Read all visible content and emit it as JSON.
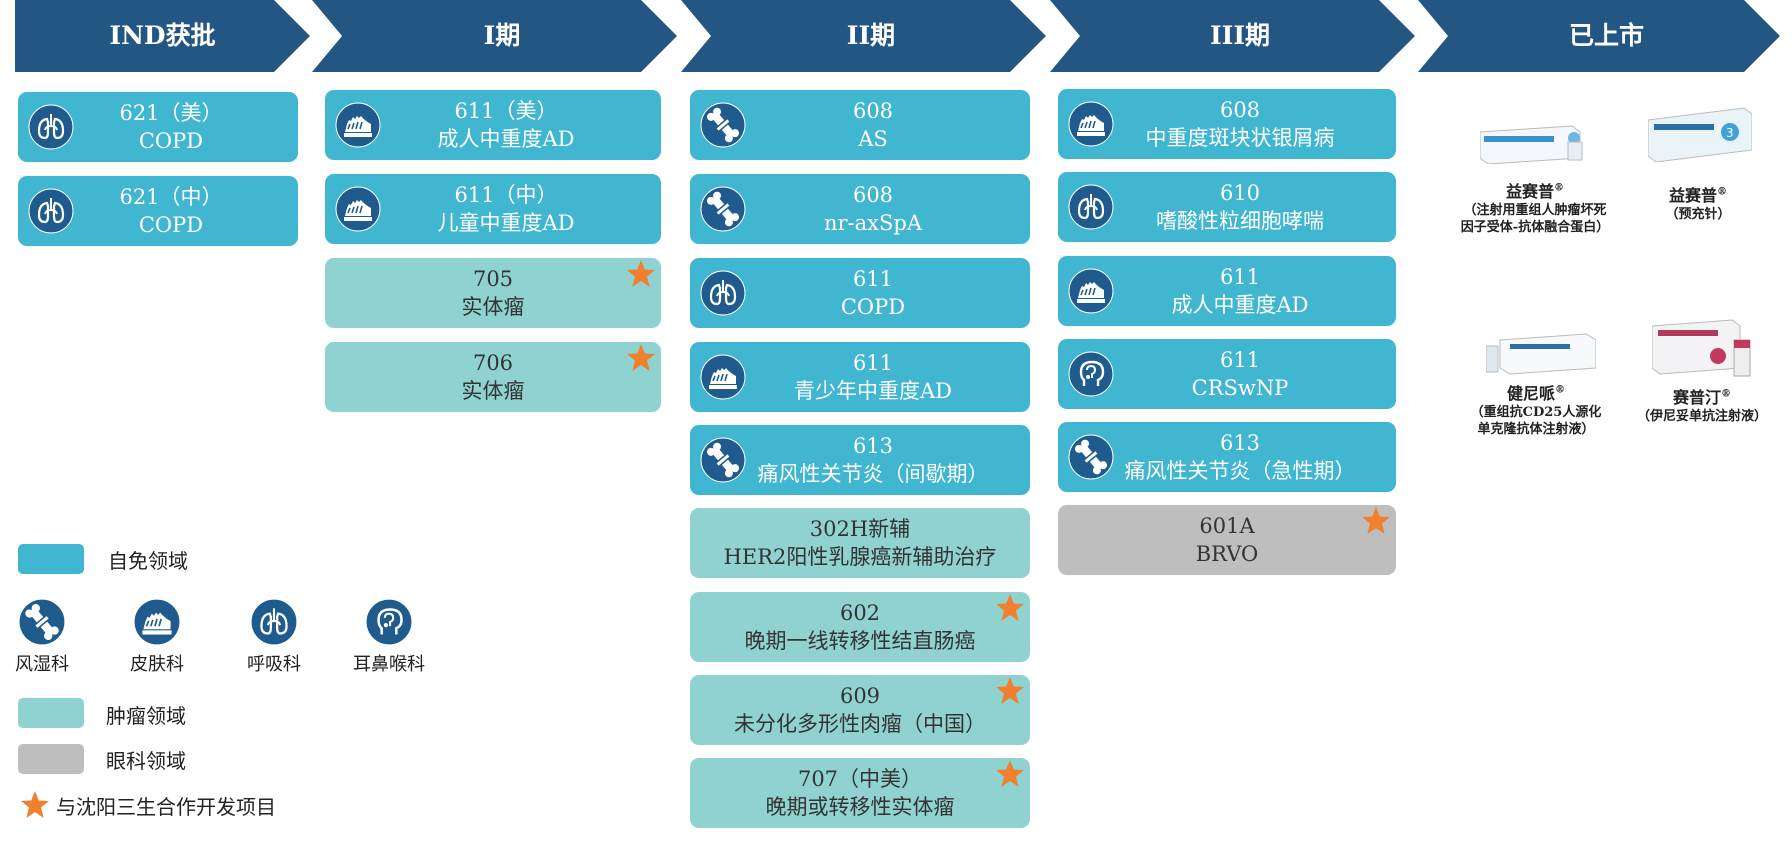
{
  "stages": [
    {
      "label": "IND获批"
    },
    {
      "label": "I期"
    },
    {
      "label": "II期"
    },
    {
      "label": "III期"
    },
    {
      "label": "已上市"
    }
  ],
  "ind": [
    {
      "line1": "621（美）",
      "line2": "COPD",
      "area": "autoimmune",
      "icon": "lungs-icon",
      "partner": false
    },
    {
      "line1": "621（中）",
      "line2": "COPD",
      "area": "autoimmune",
      "icon": "lungs-icon",
      "partner": false
    }
  ],
  "phase1": [
    {
      "line1": "611（美）",
      "line2": "成人中重度AD",
      "area": "autoimmune",
      "icon": "skin-icon",
      "partner": false
    },
    {
      "line1": "611（中）",
      "line2": "儿童中重度AD",
      "area": "autoimmune",
      "icon": "skin-icon",
      "partner": false
    },
    {
      "line1": "705",
      "line2": "实体瘤",
      "area": "oncology",
      "icon": "",
      "partner": true
    },
    {
      "line1": "706",
      "line2": "实体瘤",
      "area": "oncology",
      "icon": "",
      "partner": true
    }
  ],
  "phase2": [
    {
      "line1": "608",
      "line2": "AS",
      "area": "autoimmune",
      "icon": "bone-icon",
      "partner": false
    },
    {
      "line1": "608",
      "line2": "nr-axSpA",
      "area": "autoimmune",
      "icon": "bone-icon",
      "partner": false
    },
    {
      "line1": "611",
      "line2": "COPD",
      "area": "autoimmune",
      "icon": "lungs-icon",
      "partner": false
    },
    {
      "line1": "611",
      "line2": "青少年中重度AD",
      "area": "autoimmune",
      "icon": "skin-icon",
      "partner": false
    },
    {
      "line1": "613",
      "line2": "痛风性关节炎（间歇期）",
      "area": "autoimmune",
      "icon": "bone-icon",
      "partner": false
    },
    {
      "line1": "302H新辅",
      "line2": "HER2阳性乳腺癌新辅助治疗",
      "area": "oncology",
      "icon": "",
      "partner": false
    },
    {
      "line1": "602",
      "line2": "晚期一线转移性结直肠癌",
      "area": "oncology",
      "icon": "",
      "partner": true
    },
    {
      "line1": "609",
      "line2": "未分化多形性肉瘤（中国）",
      "area": "oncology",
      "icon": "",
      "partner": true
    },
    {
      "line1": "707（中美）",
      "line2": "晚期或转移性实体瘤",
      "area": "oncology",
      "icon": "",
      "partner": true
    }
  ],
  "phase3": [
    {
      "line1": "608",
      "line2": "中重度斑块状银屑病",
      "area": "autoimmune",
      "icon": "skin-icon",
      "partner": false
    },
    {
      "line1": "610",
      "line2": "嗜酸性粒细胞哮喘",
      "area": "autoimmune",
      "icon": "lungs-icon",
      "partner": false
    },
    {
      "line1": "611",
      "line2": "成人中重度AD",
      "area": "autoimmune",
      "icon": "skin-icon",
      "partner": false
    },
    {
      "line1": "611",
      "line2": "CRSwNP",
      "area": "autoimmune",
      "icon": "ent-icon",
      "partner": false
    },
    {
      "line1": "613",
      "line2": "痛风性关节炎（急性期）",
      "area": "autoimmune",
      "icon": "bone-icon",
      "partner": false
    },
    {
      "line1": "601A",
      "line2": "BRVO",
      "area": "ophthalmology",
      "icon": "",
      "partner": true
    }
  ],
  "marketed": [
    {
      "name": "益赛普",
      "reg": "®",
      "desc": "（注射用重组人肿瘤坏死因子受体-抗体融合蛋白）"
    },
    {
      "name": "益赛普",
      "reg": "®",
      "desc": "（预充针）"
    },
    {
      "name": "健尼哌",
      "reg": "®",
      "desc": "（重组抗CD25人源化单克隆抗体注射液）"
    },
    {
      "name": "赛普汀",
      "reg": "®",
      "desc": "（伊尼妥单抗注射液）"
    }
  ],
  "legend": {
    "autoimmune": "自免领域",
    "oncology": "肿瘤领域",
    "ophthalmology": "眼科领域",
    "partner": "与沈阳三生合作开发项目",
    "icons": [
      {
        "icon": "bone-icon",
        "label": "风湿科"
      },
      {
        "icon": "skin-icon",
        "label": "皮肤科"
      },
      {
        "icon": "lungs-icon",
        "label": "呼吸科"
      },
      {
        "icon": "ent-icon",
        "label": "耳鼻喉科"
      }
    ]
  },
  "colors": {
    "stage": "#245684",
    "autoimmune": "#41B6D1",
    "oncology": "#8FD2CF",
    "ophthalmology": "#BEBEBE",
    "icon_circle": "#1F5C8D",
    "star": "#F08030"
  }
}
